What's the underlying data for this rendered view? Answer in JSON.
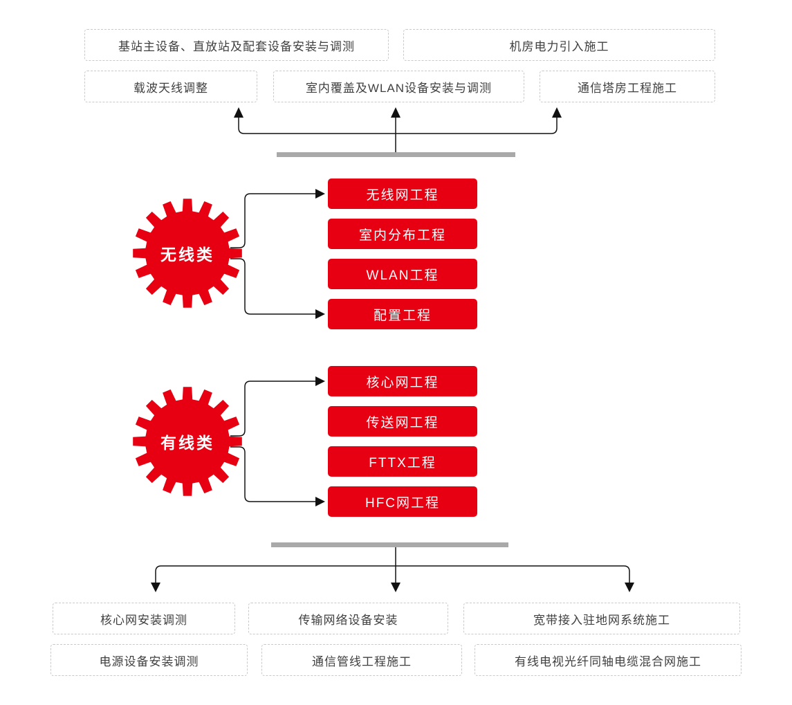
{
  "palette": {
    "accent_red": "#e60012",
    "bar_gray": "#a9a9a9",
    "line_black": "#111111",
    "dashed_border_gray": "#c9c9c9",
    "text_dark_gray": "#3f3f3f"
  },
  "top_row1": [
    {
      "label": "基站主设备、直放站及配套设备安装与调测"
    },
    {
      "label": "机房电力引入施工"
    }
  ],
  "top_row2": [
    {
      "label": "载波天线调整"
    },
    {
      "label": "室内覆盖及WLAN设备安装与调测"
    },
    {
      "label": "通信塔房工程施工"
    }
  ],
  "wireless": {
    "gear_label": "无线类",
    "items": [
      {
        "label": "无线网工程"
      },
      {
        "label": "室内分布工程"
      },
      {
        "label": "WLAN工程"
      },
      {
        "label": "配置工程"
      }
    ]
  },
  "wired": {
    "gear_label": "有线类",
    "items": [
      {
        "label": "核心网工程"
      },
      {
        "label": "传送网工程"
      },
      {
        "label": "FTTX工程"
      },
      {
        "label": "HFC网工程"
      }
    ]
  },
  "bottom_row1": [
    {
      "label": "核心网安装调测"
    },
    {
      "label": "传输网络设备安装"
    },
    {
      "label": "宽带接入驻地网系统施工"
    }
  ],
  "bottom_row2": [
    {
      "label": "电源设备安装调测"
    },
    {
      "label": "通信管线工程施工"
    },
    {
      "label": "有线电视光纤同轴电缆混合网施工"
    }
  ]
}
